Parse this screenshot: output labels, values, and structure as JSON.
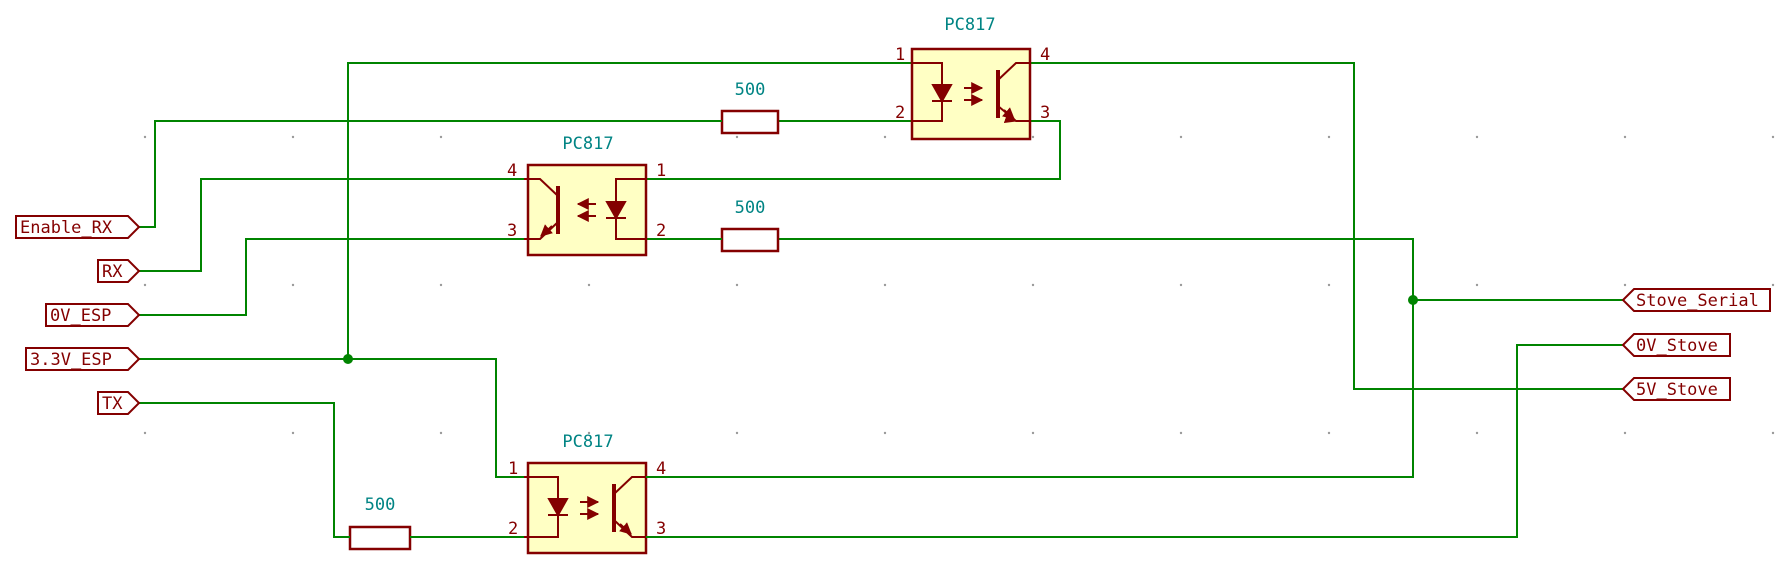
{
  "colors": {
    "wire": "#008400",
    "component": "#840000",
    "component_fill": "#ffffc4",
    "reference_text": "#008484"
  },
  "labels": {
    "enable_rx": "Enable_RX",
    "rx": "RX",
    "zero_v_esp": "0V_ESP",
    "three_v_esp": "3.3V_ESP",
    "tx": "TX",
    "stove_serial": "Stove_Serial",
    "zero_v_stove": "0V_Stove",
    "five_v_stove": "5V_Stove"
  },
  "optocouplers": [
    {
      "value": "PC817",
      "pins": [
        "1",
        "2",
        "3",
        "4"
      ]
    },
    {
      "value": "PC817",
      "pins": [
        "1",
        "2",
        "3",
        "4"
      ]
    },
    {
      "value": "PC817",
      "pins": [
        "1",
        "2",
        "3",
        "4"
      ]
    }
  ],
  "resistors": [
    {
      "value": "500"
    },
    {
      "value": "500"
    },
    {
      "value": "500"
    }
  ]
}
